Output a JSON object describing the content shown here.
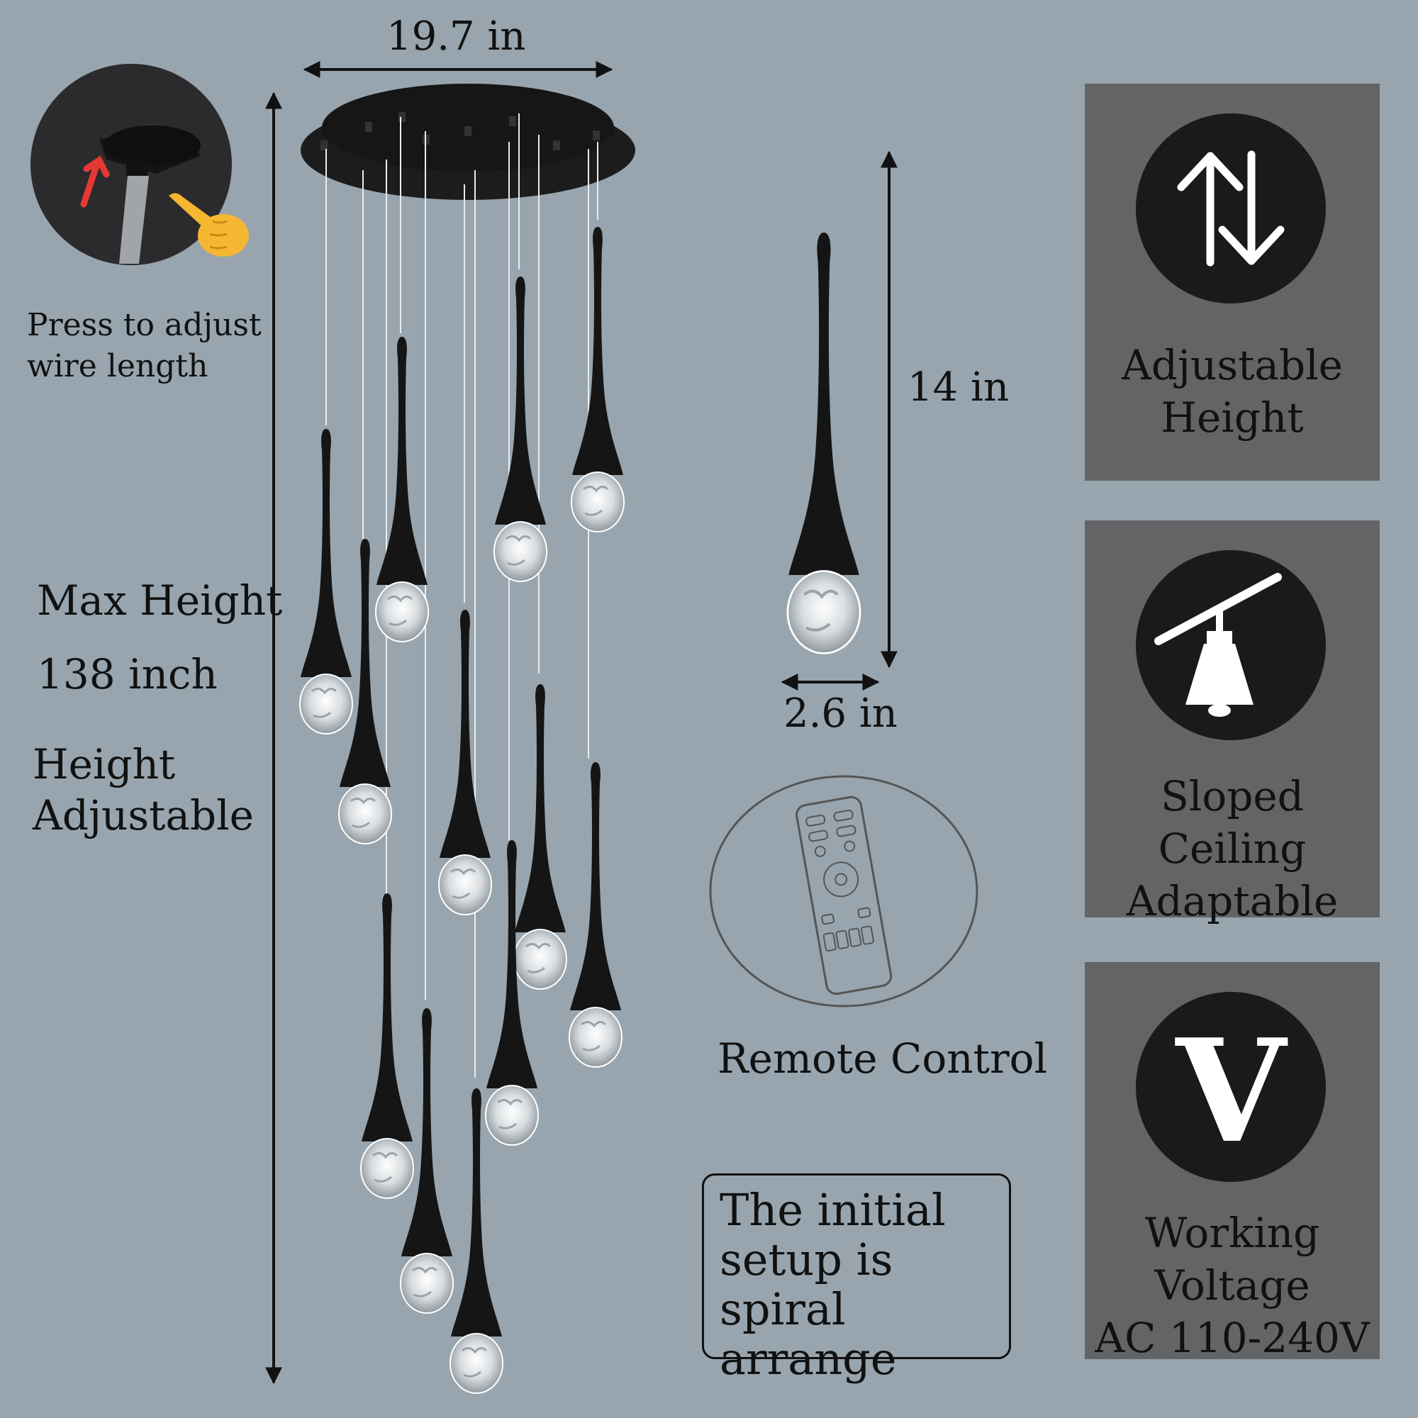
{
  "wire_adjust": {
    "label": "Press to adjust\nwire length"
  },
  "max_height": {
    "label": "Max Height",
    "value": "138 inch",
    "note": "Height\nAdjustable"
  },
  "dimensions": {
    "width": "19.7 in",
    "pendant_height": "14 in",
    "pendant_width": "2.6 in"
  },
  "remote": {
    "label": "Remote Control"
  },
  "setup_note": {
    "text": "The initial\nsetup is\nspiral arrange"
  },
  "features": [
    {
      "icon": "up-down-arrows-icon",
      "label": "Adjustable\nHeight"
    },
    {
      "icon": "sloped-ceiling-icon",
      "label": "Sloped Ceiling\nAdaptable"
    },
    {
      "icon": "voltage-v-icon",
      "label": "Working Voltage\nAC 110-240V",
      "glyph": "V"
    }
  ],
  "colors": {
    "background": "#98a5ae",
    "panel": "#636466",
    "icon_circle": "#1a1a1a",
    "accent_arrow": "#e53935"
  }
}
